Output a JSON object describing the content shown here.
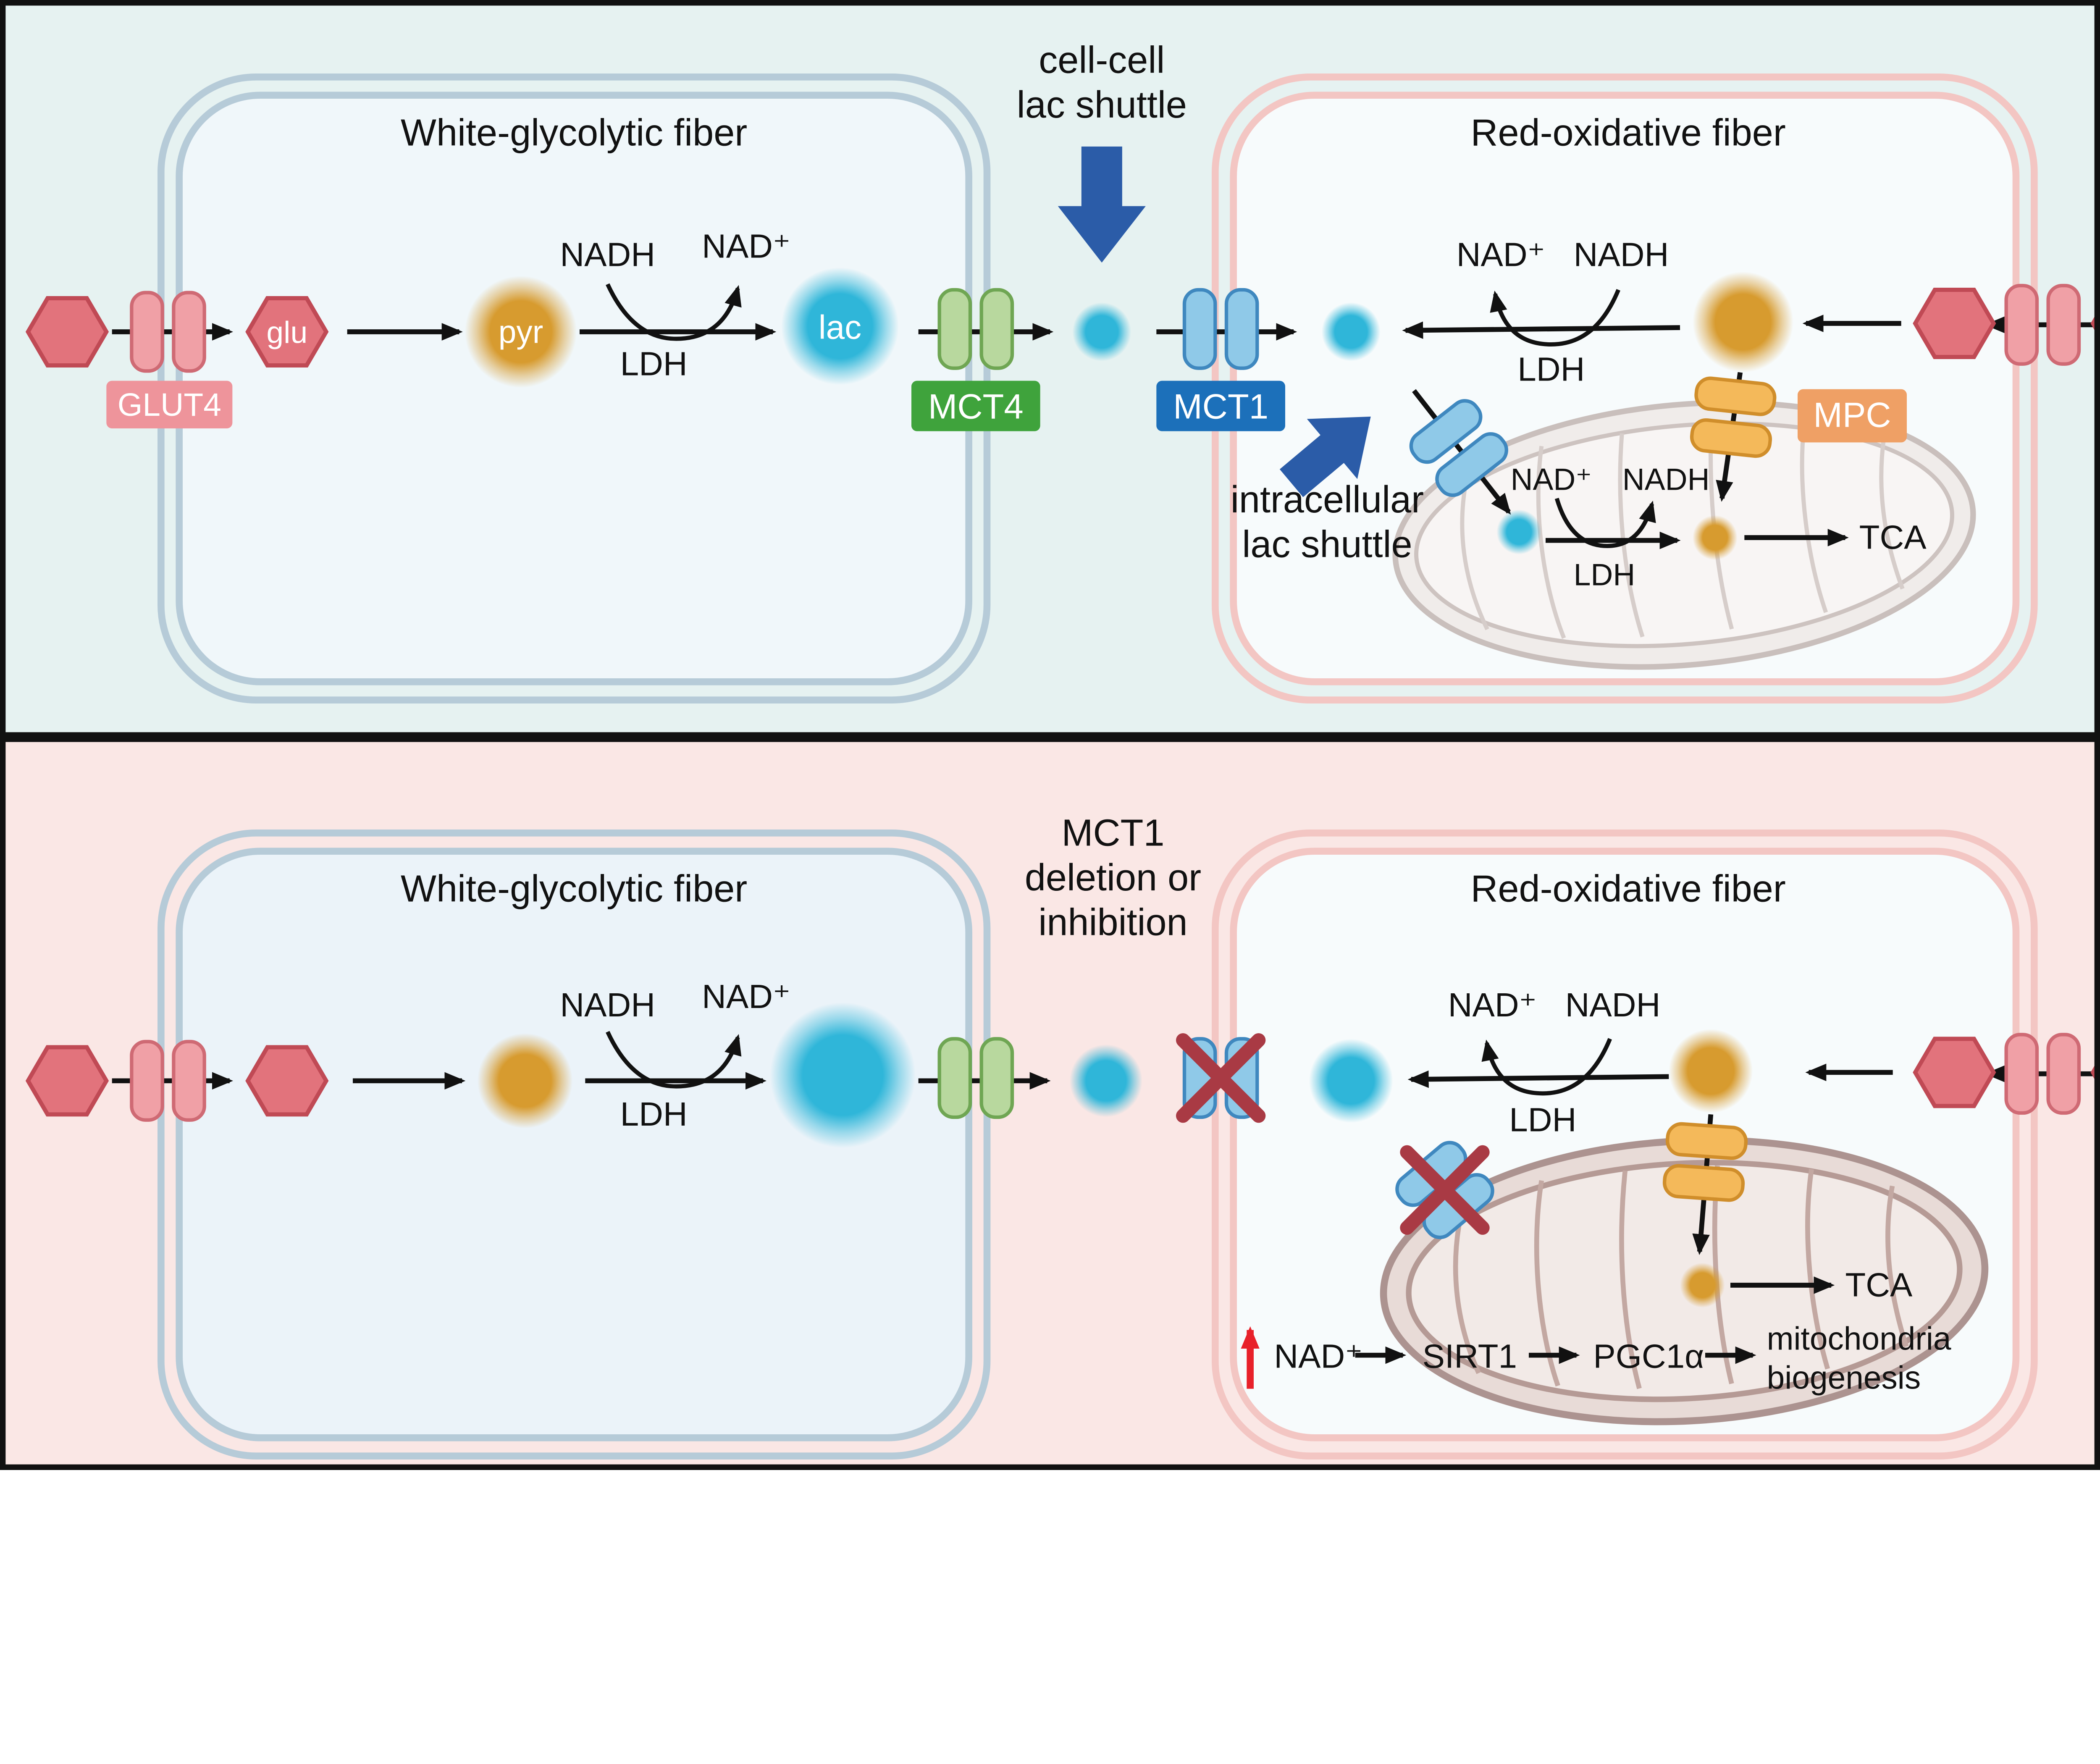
{
  "figure": {
    "top": {
      "white_fiber": {
        "title": "White-glycolytic fiber",
        "glut4_label": "GLUT4",
        "glu": "glu",
        "pyr": "pyr",
        "nadh": "NADH",
        "nad_plus": "NAD⁺",
        "ldh": "LDH",
        "lac": "lac",
        "mct4_label": "MCT4"
      },
      "intercell": {
        "shuttle_line1": "cell-cell",
        "shuttle_line2": "lac shuttle",
        "mct1_label": "MCT1"
      },
      "red_fiber": {
        "title": "Red-oxidative fiber",
        "nad_plus": "NAD⁺",
        "nadh": "NADH",
        "ldh": "LDH",
        "intracellular_line1": "intracellular",
        "intracellular_line2": "lac shuttle",
        "mpc_label": "MPC",
        "mito_nad_plus": "NAD⁺",
        "mito_nadh": "NADH",
        "mito_ldh": "LDH",
        "tca": "TCA"
      }
    },
    "bottom": {
      "center_line1": "MCT1",
      "center_line2": "deletion or",
      "center_line3": "inhibition",
      "white_fiber": {
        "title": "White-glycolytic fiber",
        "nadh": "NADH",
        "nad_plus": "NAD⁺",
        "ldh": "LDH"
      },
      "red_fiber": {
        "title": "Red-oxidative fiber",
        "nad_plus": "NAD⁺",
        "nadh": "NADH",
        "ldh": "LDH",
        "tca": "TCA",
        "nad_up": "NAD⁺",
        "sirt1": "SIRT1",
        "pgc1a": "PGC1α",
        "mito_bio_line1": "mitochondria",
        "mito_bio_line2": "biogenesis"
      }
    },
    "colors": {
      "top_bg": "#e6f2f1",
      "bottom_bg": "#fae7e5",
      "white_fiber_membrane": "#b6cbd8",
      "red_fiber_membrane": "#f3c6c3",
      "glucose_hexagon": "#e2737c",
      "pyruvate_circle": "#d79b2f",
      "lactate_circle": "#2fb6d9",
      "glut4_box": "#ee949b",
      "mct4_box": "#3fa33c",
      "mct1_box": "#1c70ba",
      "mpc_box": "#efa065",
      "shuttle_arrow_blue": "#2b5ca8",
      "inhibition_x_red": "#a93a44",
      "up_arrow_red": "#e8212a"
    }
  }
}
